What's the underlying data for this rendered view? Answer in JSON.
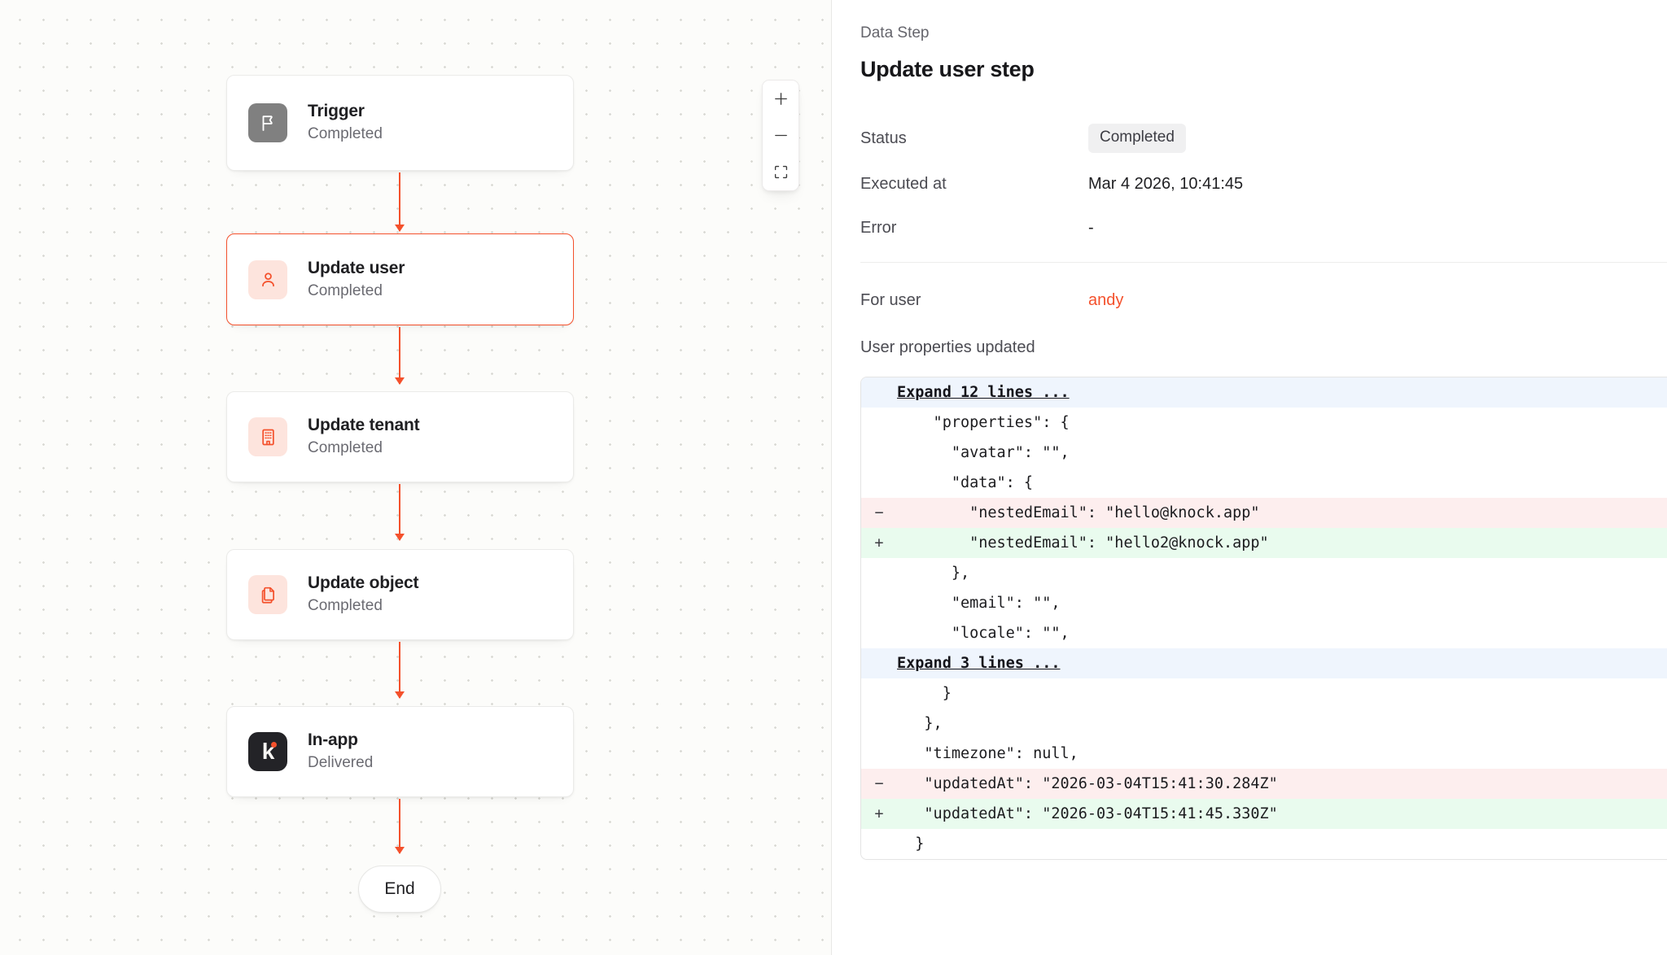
{
  "canvas": {
    "zoom_controls": {
      "zoom_in_label": "+",
      "zoom_out_label": "−",
      "fit_view_label": "fit-view"
    },
    "nodes": [
      {
        "title": "Trigger",
        "status": "Completed",
        "icon": "flag-icon",
        "icon_style": "gray",
        "selected": false
      },
      {
        "title": "Update user",
        "status": "Completed",
        "icon": "user-icon",
        "icon_style": "peach",
        "selected": true
      },
      {
        "title": "Update tenant",
        "status": "Completed",
        "icon": "building-icon",
        "icon_style": "peach",
        "selected": false
      },
      {
        "title": "Update object",
        "status": "Completed",
        "icon": "copy-icon",
        "icon_style": "peach",
        "selected": false
      },
      {
        "title": "In-app",
        "status": "Delivered",
        "icon": "knock-logo-icon",
        "icon_style": "knock",
        "selected": false
      }
    ],
    "end_node": {
      "label": "End"
    }
  },
  "panel": {
    "eyebrow": "Data Step",
    "title": "Update user step",
    "rows": [
      {
        "key": "Status",
        "value": "Completed",
        "type": "badge"
      },
      {
        "key": "Executed at",
        "value": "Mar 4 2026, 10:41:45",
        "type": "text"
      },
      {
        "key": "Error",
        "value": "-",
        "type": "text"
      }
    ],
    "for_user": {
      "key": "For user",
      "value": "andy"
    },
    "properties_label": "User properties updated",
    "diff": {
      "lines": [
        {
          "sign": "",
          "text": "Expand 12 lines ...",
          "type": "expand"
        },
        {
          "sign": "",
          "text": "    \"properties\": {",
          "type": "ctx"
        },
        {
          "sign": "",
          "text": "      \"avatar\": \"\",",
          "type": "ctx"
        },
        {
          "sign": "",
          "text": "      \"data\": {",
          "type": "ctx"
        },
        {
          "sign": "−",
          "text": "        \"nestedEmail\": \"hello@knock.app\"",
          "type": "del"
        },
        {
          "sign": "+",
          "text": "        \"nestedEmail\": \"hello2@knock.app\"",
          "type": "add"
        },
        {
          "sign": "",
          "text": "      },",
          "type": "ctx"
        },
        {
          "sign": "",
          "text": "      \"email\": \"\",",
          "type": "ctx"
        },
        {
          "sign": "",
          "text": "      \"locale\": \"\",",
          "type": "ctx"
        },
        {
          "sign": "",
          "text": "Expand 3 lines ...",
          "type": "expand"
        },
        {
          "sign": "",
          "text": "     }",
          "type": "ctx"
        },
        {
          "sign": "",
          "text": "   },",
          "type": "ctx"
        },
        {
          "sign": "",
          "text": "   \"timezone\": null,",
          "type": "ctx"
        },
        {
          "sign": "−",
          "text": "   \"updatedAt\": \"2026-03-04T15:41:30.284Z\"",
          "type": "del"
        },
        {
          "sign": "+",
          "text": "   \"updatedAt\": \"2026-03-04T15:41:45.330Z\"",
          "type": "add"
        },
        {
          "sign": "",
          "text": "  }",
          "type": "ctx"
        }
      ]
    }
  },
  "colors": {
    "accent": "#f4512c",
    "canvas_bg": "#fcfcfa",
    "diff_add": "#e9fbee",
    "diff_del": "#fdeeee",
    "diff_expand": "#eff5fd",
    "badge_bg": "#f0f0f1"
  }
}
